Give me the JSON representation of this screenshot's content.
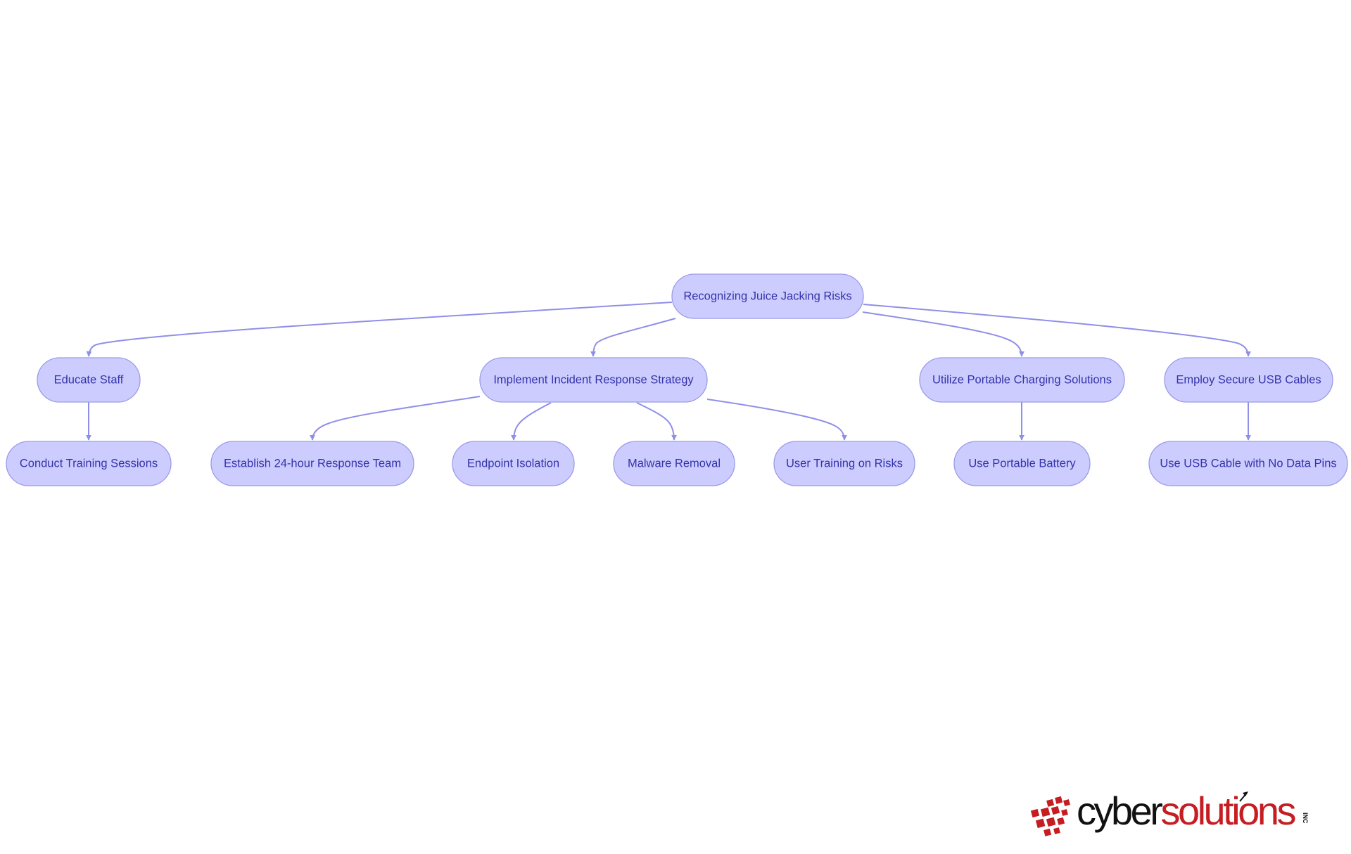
{
  "diagram": {
    "nodes": [
      {
        "id": "root",
        "label": "Recognizing Juice Jacking Risks"
      },
      {
        "id": "educate",
        "label": "Educate Staff"
      },
      {
        "id": "incident",
        "label": "Implement Incident Response Strategy"
      },
      {
        "id": "portable",
        "label": "Utilize Portable Charging Solutions"
      },
      {
        "id": "usb",
        "label": "Employ Secure USB Cables"
      },
      {
        "id": "training",
        "label": "Conduct Training Sessions"
      },
      {
        "id": "team",
        "label": "Establish 24-hour Response Team"
      },
      {
        "id": "isolation",
        "label": "Endpoint Isolation"
      },
      {
        "id": "malware",
        "label": "Malware Removal"
      },
      {
        "id": "usertraining",
        "label": "User Training on Risks"
      },
      {
        "id": "battery",
        "label": "Use Portable Battery"
      },
      {
        "id": "nodatapins",
        "label": "Use USB Cable with No Data Pins"
      }
    ],
    "edges": [
      {
        "from": "root",
        "to": "educate"
      },
      {
        "from": "root",
        "to": "incident"
      },
      {
        "from": "root",
        "to": "portable"
      },
      {
        "from": "root",
        "to": "usb"
      },
      {
        "from": "educate",
        "to": "training"
      },
      {
        "from": "incident",
        "to": "team"
      },
      {
        "from": "incident",
        "to": "isolation"
      },
      {
        "from": "incident",
        "to": "malware"
      },
      {
        "from": "incident",
        "to": "usertraining"
      },
      {
        "from": "portable",
        "to": "battery"
      },
      {
        "from": "usb",
        "to": "nodatapins"
      }
    ]
  },
  "logo": {
    "cyber": "cyber",
    "solutions": "solutions",
    "suffix": "INC"
  },
  "colors": {
    "node_fill": "#ccccff",
    "node_stroke": "#9b9bea",
    "node_text": "#3333aa",
    "edge": "#8f8fe8",
    "logo_red": "#c51d22",
    "logo_black": "#111111"
  }
}
